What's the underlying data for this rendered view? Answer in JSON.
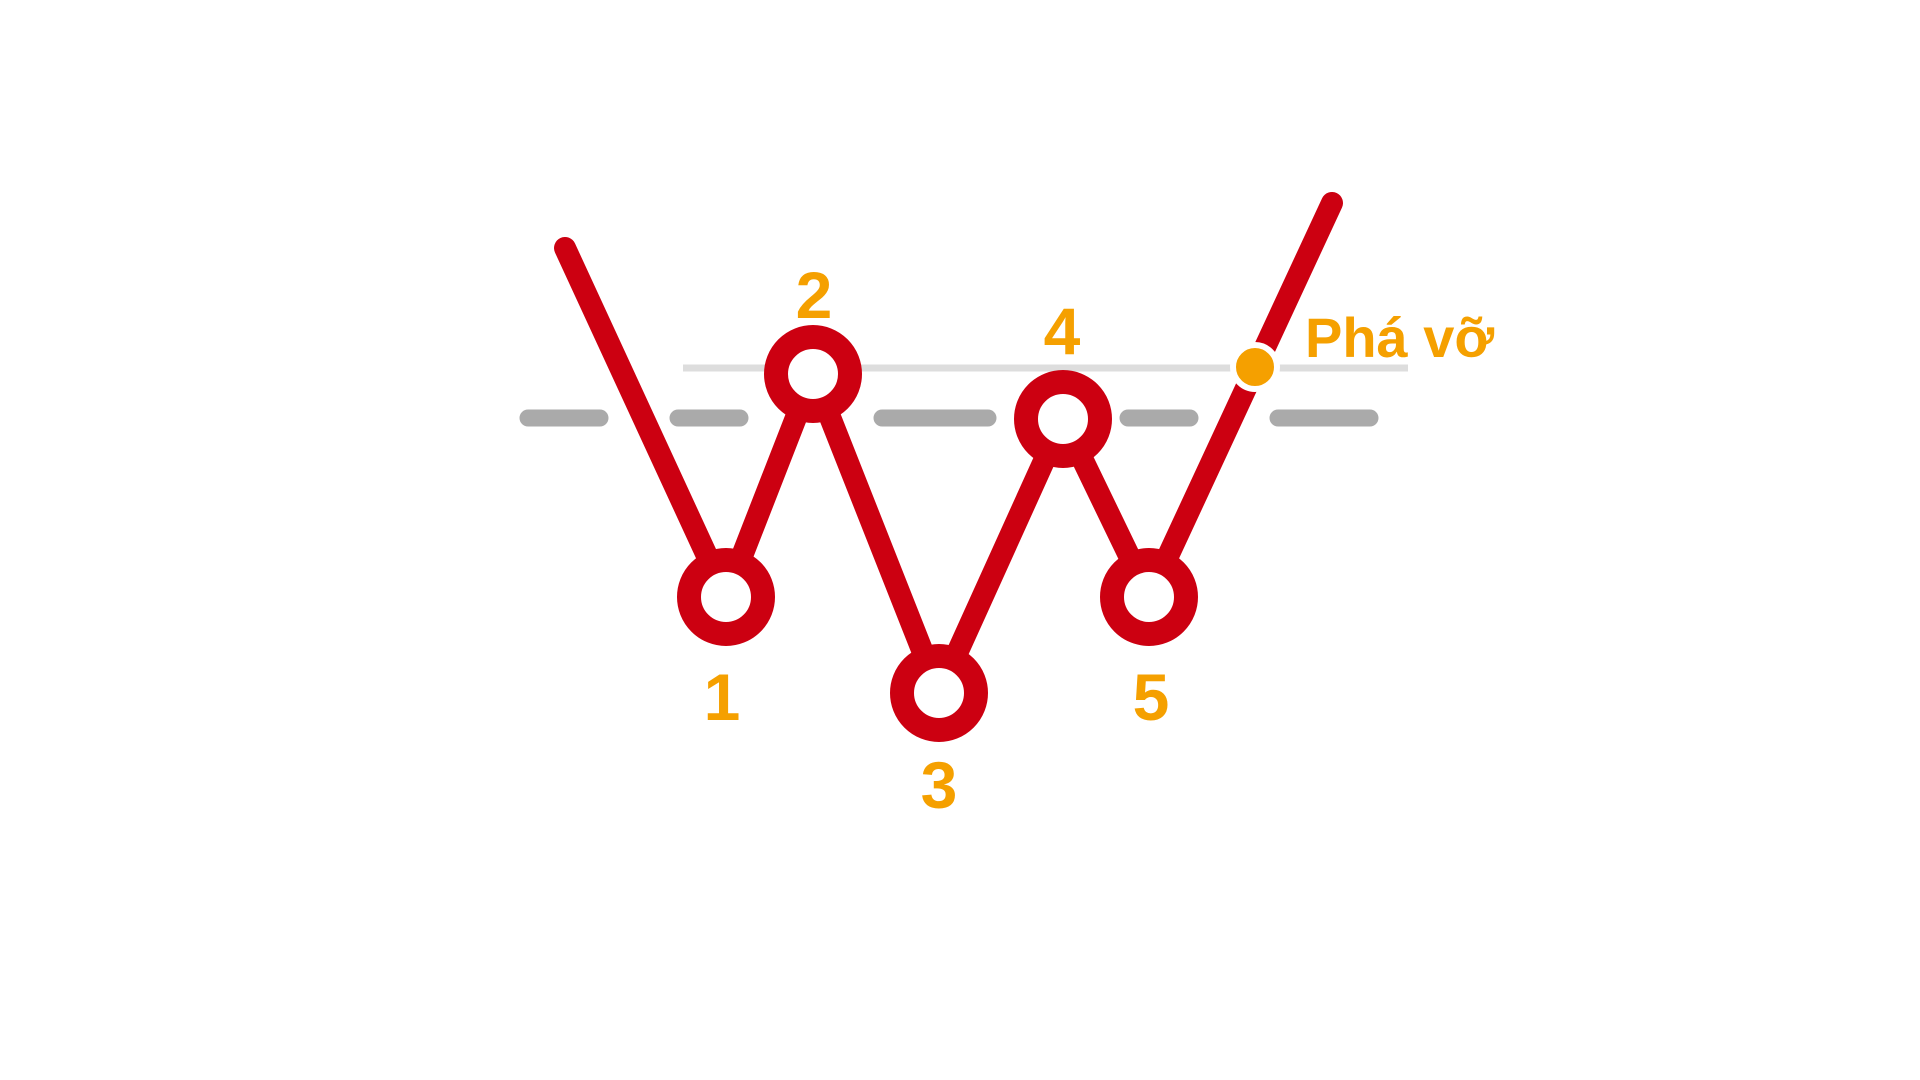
{
  "diagram": {
    "colors": {
      "line": "#cc0011",
      "label": "#f5a000",
      "dashed_line": "#aaaaaa",
      "resistance_line": "#dddddd",
      "breakout_dot": "#f5a000",
      "background": "#ffffff"
    },
    "points": [
      {
        "id": "1",
        "label": "1"
      },
      {
        "id": "2",
        "label": "2"
      },
      {
        "id": "3",
        "label": "3"
      },
      {
        "id": "4",
        "label": "4"
      },
      {
        "id": "5",
        "label": "5"
      }
    ],
    "breakout": {
      "label": "Phá vỡ"
    }
  }
}
